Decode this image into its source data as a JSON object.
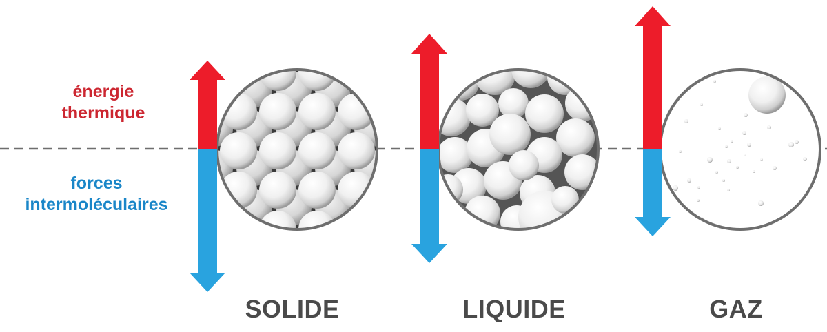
{
  "labels": {
    "thermal_line1": "énergie",
    "thermal_line2": "thermique",
    "forces_line1": "forces",
    "forces_line2": "intermoléculaires"
  },
  "states": [
    {
      "name": "SOLIDE",
      "thermal_level": "low",
      "forces_level": "high"
    },
    {
      "name": "LIQUIDE",
      "thermal_level": "medium",
      "forces_level": "medium"
    },
    {
      "name": "GAZ",
      "thermal_level": "high",
      "forces_level": "low"
    }
  ],
  "colors": {
    "thermal": "#ed1c2a",
    "forces": "#29a3df",
    "thermal_label": "#cc2630",
    "forces_label": "#1a86c8",
    "state_label": "#4a4a4a",
    "circle_border": "#6e6e6e",
    "dashed_line": "#6e6e6e"
  }
}
